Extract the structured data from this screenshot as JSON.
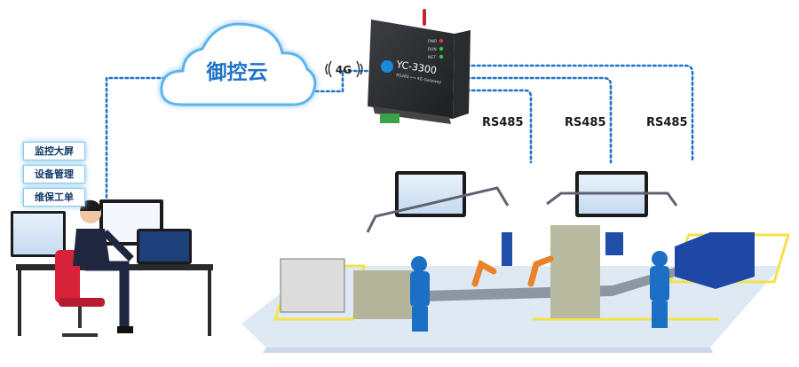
{
  "cloud": {
    "label": "御控云"
  },
  "signal": {
    "label": "4G"
  },
  "gateway": {
    "model": "YC-3300",
    "subtitle": "RS485 ⟷ 4G Gateway",
    "leds": [
      "PWR",
      "RUN",
      "NET"
    ]
  },
  "links": [
    {
      "label": "RS485"
    },
    {
      "label": "RS485"
    },
    {
      "label": "RS485"
    }
  ],
  "features": [
    {
      "label": "监控大屏"
    },
    {
      "label": "设备管理"
    },
    {
      "label": "维保工单"
    }
  ],
  "colors": {
    "dotted_link": "#1f73c9",
    "cloud_text": "#1e73c8",
    "zone_yellow": "#f3e24a",
    "floor": "#dfe9f4"
  }
}
